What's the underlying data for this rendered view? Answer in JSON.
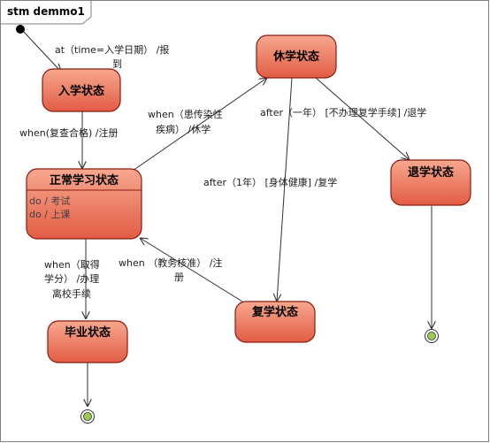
{
  "diagram": {
    "frame_title": "stm demmo1",
    "colors": {
      "state_fill_light": "#f7a88f",
      "state_fill_dark": "#e25c44",
      "state_stroke": "#8b1a10",
      "final_fill": "#9ccc4a"
    },
    "states": {
      "enroll": "入学状态",
      "suspend": "休学状态",
      "normal": {
        "name": "正常学习状态",
        "activities": [
          "do / 考试",
          "do / 上课"
        ]
      },
      "withdraw": "退学状态",
      "resume": "复学状态",
      "graduate": "毕业状态"
    },
    "transitions": {
      "t_init": [
        "at（time=入学日期） /报",
        "到"
      ],
      "t_pass": [
        "when(复查合格) /注册"
      ],
      "t_ill": [
        "when（患传染性",
        "疾病） /休学"
      ],
      "t_oneyear": [
        "after（一年） [不办理复学手续] /退学"
      ],
      "t_healthy": [
        "after（1年） [身体健康] /复学"
      ],
      "t_approve": [
        "when （教务核准） /注",
        "册"
      ],
      "t_credit": [
        "when（取得",
        "学分） /办理",
        "离校手续"
      ]
    },
    "icons": [
      "initial-state-icon",
      "final-state-icon",
      "diagram-type-icon"
    ]
  }
}
